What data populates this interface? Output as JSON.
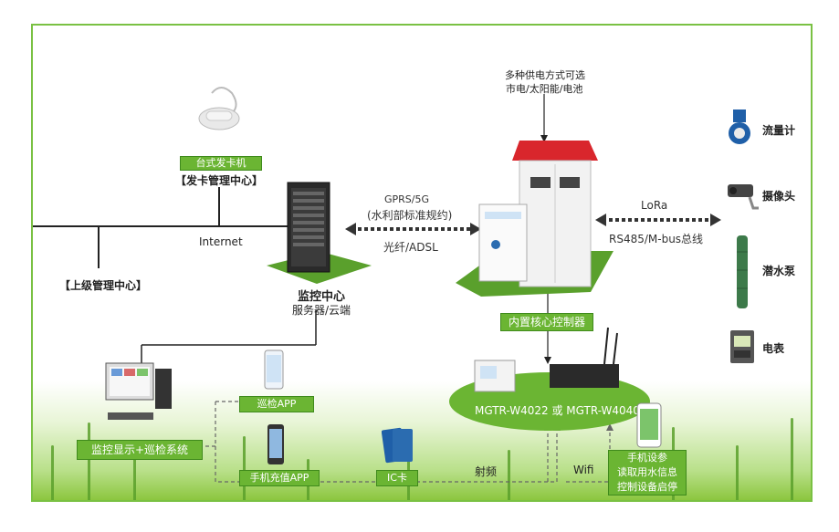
{
  "labels": {
    "power_note_1": "多种供电方式可选",
    "power_note_2": "市电/太阳能/电池",
    "card_issuer": "台式发卡机",
    "card_center": "【发卡管理中心】",
    "internet": "Internet",
    "upper_center": "【上级管理中心】",
    "gprs": "GPRS/5G",
    "protocol": "(水利部标准规约)",
    "fiber": "光纤/ADSL",
    "monitor_center": "监控中心",
    "server_cloud": "服务器/云端",
    "lora": "LoRa",
    "rs485": "RS485/M-bus总线",
    "flowmeter": "流量计",
    "camera": "摄像头",
    "pump": "潜水泵",
    "meter": "电表",
    "core_controller": "内置核心控制器",
    "model": "MGTR-W4022 或 MGTR-W4040",
    "inspection_app": "巡检APP",
    "monitor_display": "监控显示+巡检系统",
    "recharge_app": "手机充值APP",
    "ic_card": "IC卡",
    "rf": "射频",
    "wifi": "Wifi",
    "phone_note_1": "手机设参",
    "phone_note_2": "读取用水信息",
    "phone_note_3": "控制设备启停"
  },
  "colors": {
    "border": "#7ac143",
    "label_green": "#6bb533",
    "cabinet_roof": "#d9262c",
    "platform_green": "#5aa02c"
  }
}
